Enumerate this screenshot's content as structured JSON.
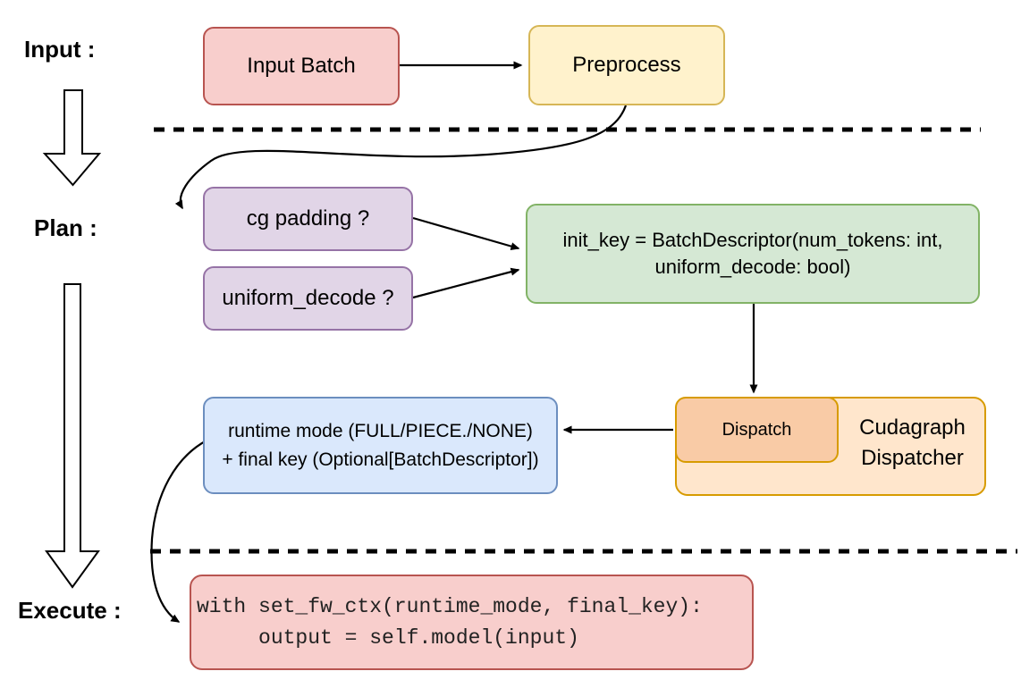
{
  "stage_labels": {
    "input": "Input :",
    "plan": "Plan :",
    "execute": "Execute :"
  },
  "nodes": {
    "input_batch": {
      "label": "Input Batch"
    },
    "preprocess": {
      "label": "Preprocess"
    },
    "cg_padding": {
      "label": "cg padding ?"
    },
    "uniform_decode": {
      "label": "uniform_decode ?"
    },
    "init_key": {
      "line1": "init_key = BatchDescriptor(num_tokens: int,",
      "line2": "uniform_decode: bool)"
    },
    "dispatch": {
      "label": "Dispatch"
    },
    "cudagraph_dispatcher": {
      "label": "Cudagraph Dispatcher"
    },
    "runtime_output": {
      "line1": "runtime mode (FULL/PIECE./NONE)",
      "line2": "+ final key (Optional[BatchDescriptor])"
    },
    "execute_code": {
      "line1": "with set_fw_ctx(runtime_mode, final_key):",
      "line2": "     output = self.model(input)"
    }
  },
  "colors": {
    "red_fill": "#F8CECC",
    "red_stroke": "#B85450",
    "yellow_fill": "#FFF2CC",
    "yellow_stroke": "#D6B656",
    "purple_fill": "#E1D5E7",
    "purple_stroke": "#9673A6",
    "green_fill": "#D5E8D4",
    "green_stroke": "#82B366",
    "blue_fill": "#DAE8FC",
    "blue_stroke": "#6C8EBF",
    "orange_fill": "#FFE6CC",
    "orange_inner_fill": "#F9CBA6",
    "orange_stroke": "#D79B00",
    "connector": "#000000"
  }
}
